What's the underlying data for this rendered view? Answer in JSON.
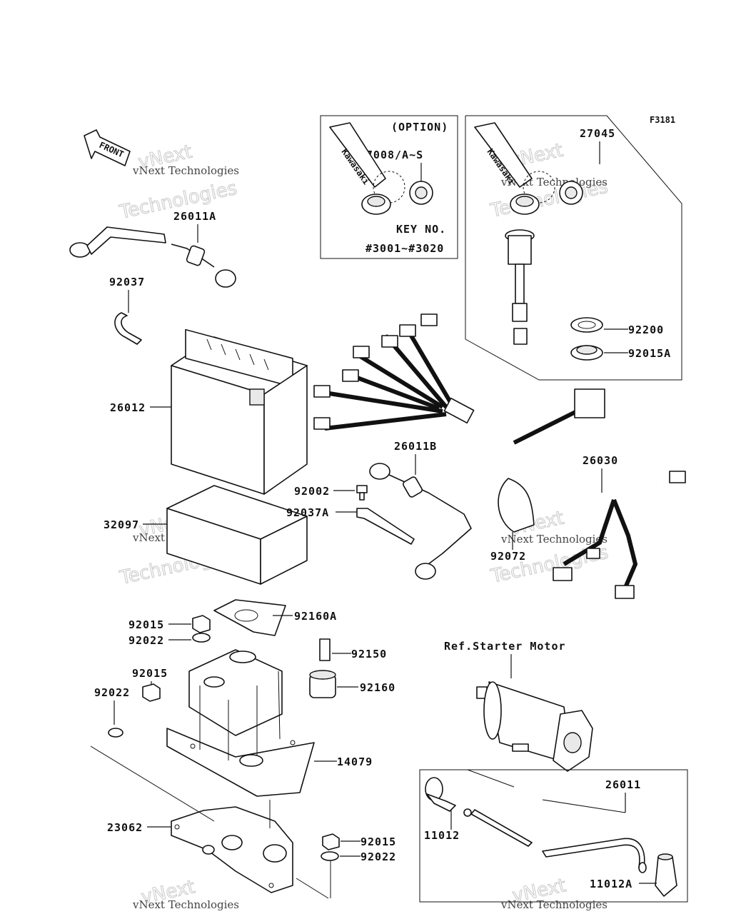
{
  "figure_code": "F3181",
  "front_label": "FRONT",
  "watermark": {
    "large_1": "vNext",
    "large_2": "Technologies",
    "small": "vNext Technologies"
  },
  "option_box": {
    "title": "(OPTION)",
    "key_label": "KEY NO.",
    "key_range": "#3001~#3020"
  },
  "ref_label": "Ref.Starter Motor",
  "parts": {
    "p26011A": "26011A",
    "p92037a": "92037",
    "p26012": "26012",
    "p32097": "32097",
    "p27008": "27008/A~S",
    "p27045": "27045",
    "p92200": "92200",
    "p92015A": "92015A",
    "p26011B": "26011B",
    "p92002": "92002",
    "p92037A": "92037A",
    "p26030": "26030",
    "p92072": "92072",
    "p92015a": "92015",
    "p92022a": "92022",
    "p92160A": "92160A",
    "p92150": "92150",
    "p92015b": "92015",
    "p92160": "92160",
    "p92022b": "92022",
    "p14079": "14079",
    "p23062": "23062",
    "p92015c": "92015",
    "p92022c": "92022",
    "p26011": "26011",
    "p11012": "11012",
    "p11012A": "11012A"
  }
}
